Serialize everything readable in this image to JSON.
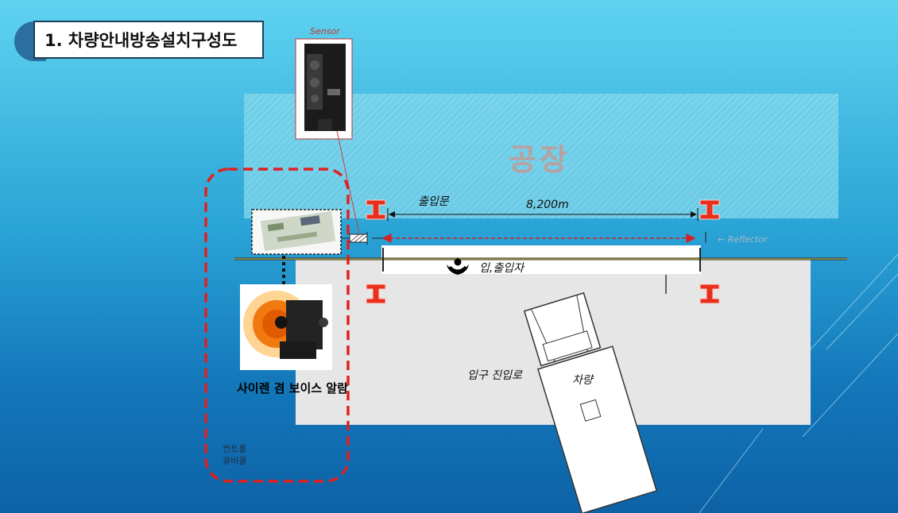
{
  "title": "1. 차량안내방송설치구성도",
  "labels": {
    "sensor": "Sensor",
    "factory": "공장",
    "gate": "출입문",
    "distance": "8,200m",
    "reflector": "← Reflector",
    "person": "입,출입자",
    "road": "입구 진입로",
    "vehicle": "차량",
    "siren": "사이렌 겸 보이스 알람",
    "controller_line1": "컨트롤",
    "controller_line2": "큐비클"
  },
  "colors": {
    "background_top": "#5fd3f0",
    "background_bottom": "#0e62a6",
    "dashed_box": "#e02020",
    "post": "#e8301c",
    "road": "#e6e6e6"
  }
}
